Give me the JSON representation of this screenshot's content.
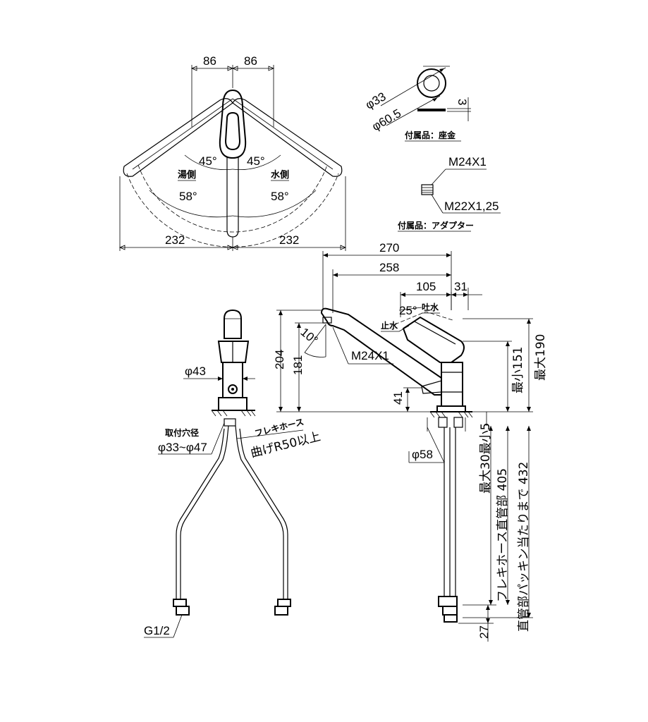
{
  "top_view": {
    "dim_86_left": "86",
    "dim_86_right": "86",
    "dim_232_left": "232",
    "dim_232_right": "232",
    "angle_45_left": "45°",
    "angle_45_right": "45°",
    "angle_58_left": "58°",
    "angle_58_right": "58°",
    "hot_side": "湯側",
    "cold_side": "水側"
  },
  "accessory_base": {
    "dia_33": "φ33",
    "dia_60_5": "φ60.5",
    "thickness": "3",
    "caption": "付属品：座金"
  },
  "accessory_adapter": {
    "thread_top": "M24X1",
    "thread_bottom": "M22X1,25",
    "caption": "付属品：アダプター"
  },
  "side_view": {
    "dim_270": "270",
    "dim_258": "258",
    "dim_105": "105",
    "dim_31": "31",
    "angle_25": "25°",
    "spout_label": "吐水",
    "stop_label": "止水",
    "angle_10": "10°",
    "thread_spout": "M24X1",
    "dim_204": "204",
    "dim_181": "181",
    "dim_41": "41",
    "min_151": "最小151",
    "max_190": "最大190",
    "dia_58": "φ58",
    "max_30_min_5": "最大30最小5",
    "hose_405": "フレキホース直管部 405",
    "straight_432": "直管部パッキン当たりまで 432",
    "dim_27": "27"
  },
  "front_view": {
    "dia_43": "φ43",
    "hole_label": "取付穴径",
    "hole_range": "φ33~φ47",
    "hose_label": "フレキホース",
    "bend_label": "曲げR50以上",
    "thread_g": "G1/2"
  }
}
